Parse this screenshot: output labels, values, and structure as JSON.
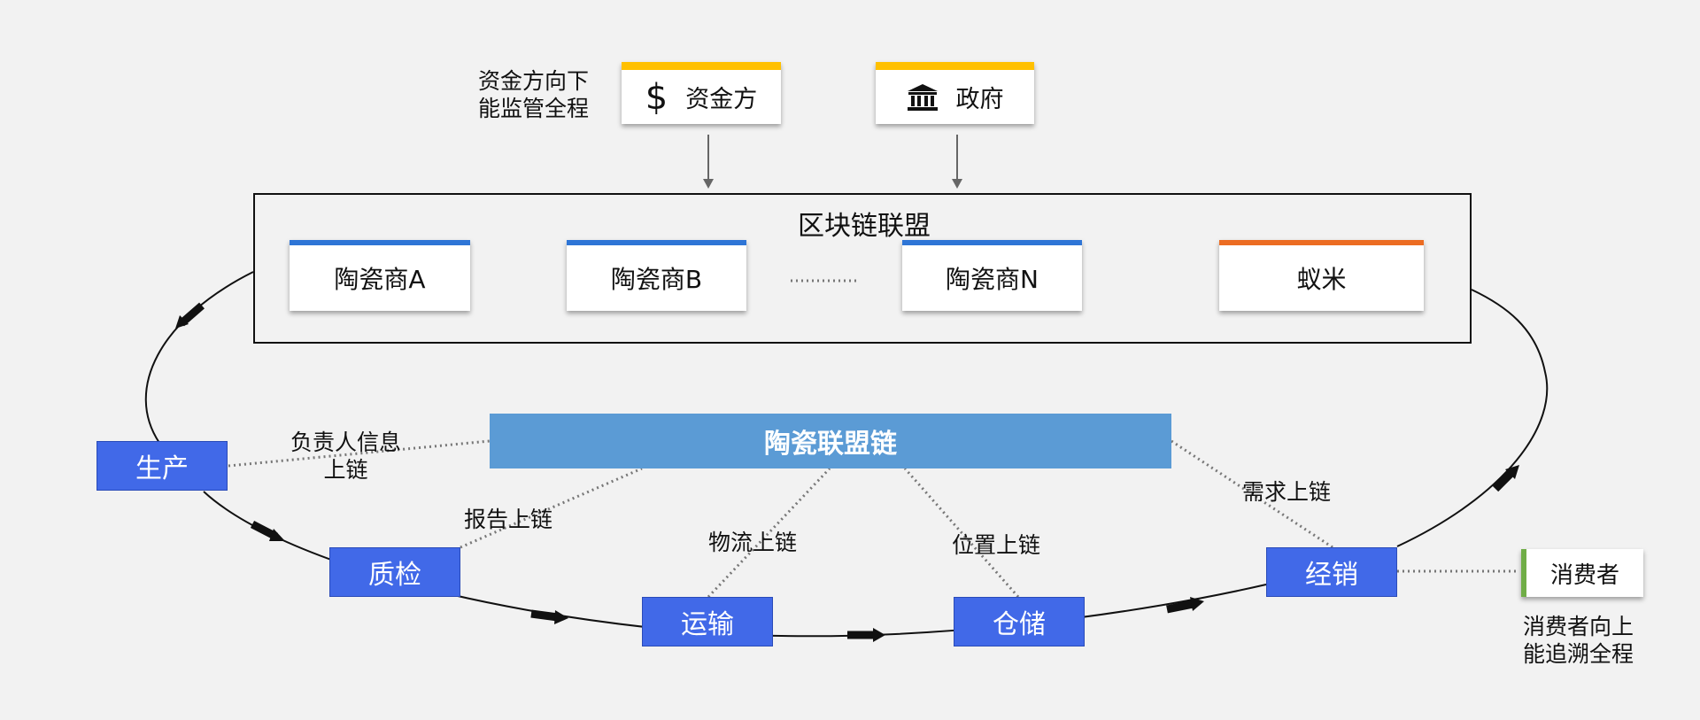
{
  "funder_note": [
    "资金方向下",
    "能监管全程"
  ],
  "funder": {
    "label": "资金方",
    "icon": "dollar-icon",
    "accent": "#ffc000"
  },
  "government": {
    "label": "政府",
    "icon": "bank-icon",
    "accent": "#ffc000"
  },
  "alliance": {
    "title": "区块链联盟",
    "members": [
      {
        "label": "陶瓷商A",
        "accent": "#2e75d6"
      },
      {
        "label": "陶瓷商B",
        "accent": "#2e75d6"
      },
      {
        "label": "陶瓷商N",
        "accent": "#2e75d6"
      },
      {
        "label": "蚁米",
        "accent": "#ec6c22"
      }
    ]
  },
  "chain": {
    "label": "陶瓷联盟链",
    "color": "#5b9bd5"
  },
  "steps": [
    "生产",
    "质检",
    "运输",
    "仓储",
    "经销"
  ],
  "step_color": "#4169e8",
  "links": {
    "production": [
      "负责人信息",
      "上链"
    ],
    "qc": "报告上链",
    "logistics": "物流上链",
    "location": "位置上链",
    "demand": "需求上链"
  },
  "consumer": {
    "label": "消费者",
    "accent": "#70ad47"
  },
  "consumer_note": [
    "消费者向上",
    "能追溯全程"
  ]
}
